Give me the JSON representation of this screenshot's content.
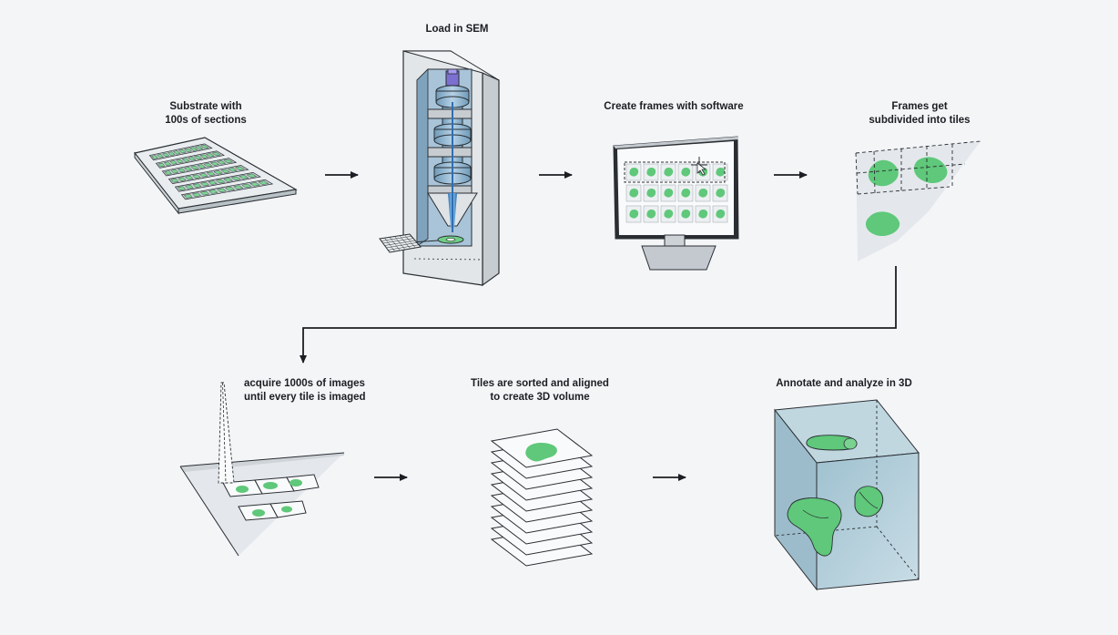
{
  "steps": {
    "substrate": {
      "line1": "Substrate with",
      "line2": "100s of sections"
    },
    "load_sem": {
      "line1": "Load in SEM"
    },
    "create_frames": {
      "line1": "Create frames with software"
    },
    "subdivide": {
      "line1": "Frames get",
      "line2": "subdivided into tiles"
    },
    "acquire": {
      "line1": "acquire 1000s of images",
      "line2": "until every tile is imaged"
    },
    "sort_align": {
      "line1": "Tiles are sorted and aligned",
      "line2": "to create 3D volume"
    },
    "annotate": {
      "line1": "Annotate and analyze in 3D"
    }
  },
  "colors": {
    "background": "#f4f5f7",
    "ink": "#1b1e22",
    "stroke": "#2a2e33",
    "blob_green": "#5fc87a",
    "sem_blue": "#8db3d0",
    "beam_blue": "#3f8fd8",
    "volume_fill": "#aecbd8",
    "panel_gray": "#dcdfe2"
  },
  "icons": [
    "arrow-right-icon",
    "sem-microscope-icon",
    "monitor-icon",
    "wafer-substrate-icon",
    "image-stack-icon",
    "volume-cube-icon"
  ]
}
